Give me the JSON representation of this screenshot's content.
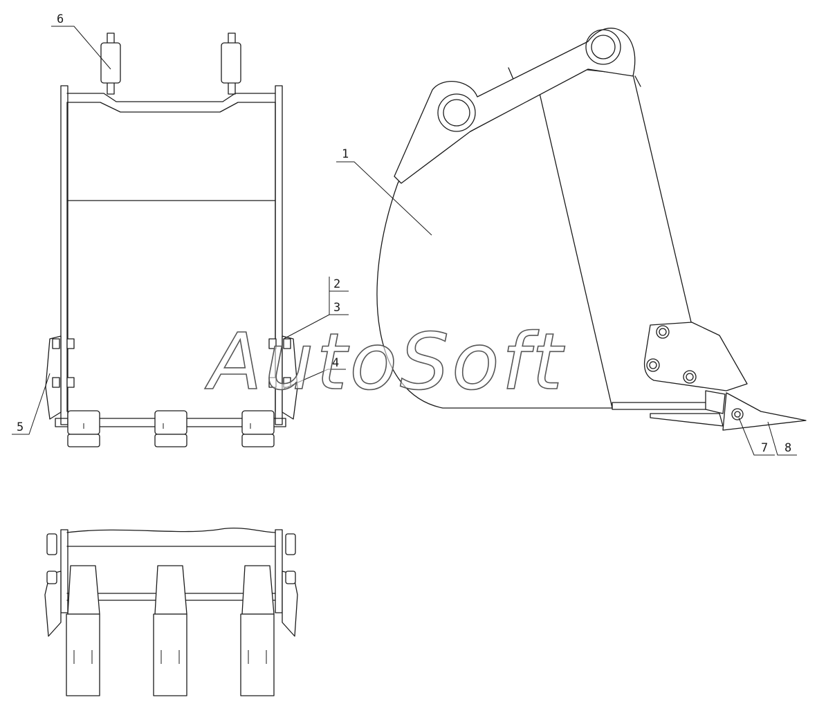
{
  "callouts": [
    {
      "id": "1",
      "text": "1"
    },
    {
      "id": "2",
      "text": "2"
    },
    {
      "id": "3",
      "text": "3"
    },
    {
      "id": "4",
      "text": "4"
    },
    {
      "id": "5",
      "text": "5"
    },
    {
      "id": "6",
      "text": "6"
    },
    {
      "id": "7",
      "text": "7"
    },
    {
      "id": "8",
      "text": "8"
    }
  ],
  "watermark": {
    "text": "AutoSoft"
  }
}
